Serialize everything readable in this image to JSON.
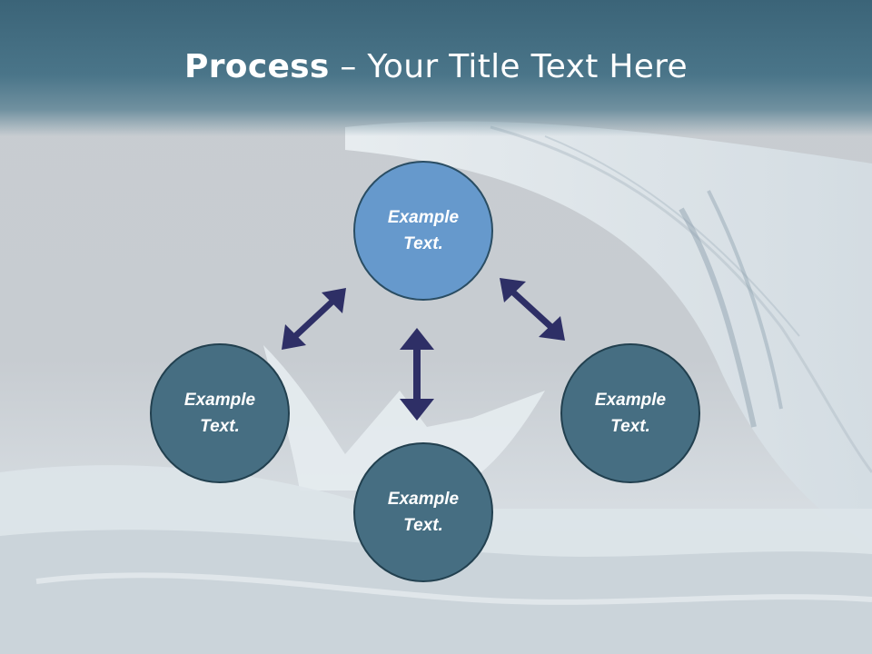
{
  "slide": {
    "title_bold": "Process",
    "title_rest": " – Your Title Text Here"
  },
  "nodes": {
    "top": "Example Text.",
    "left": "Example Text.",
    "right": "Example Text.",
    "bottom": "Example Text."
  },
  "colors": {
    "header": "#466e82",
    "node_highlight": "#6699cc",
    "node_default": "#466e82",
    "arrow": "#2e2f66"
  }
}
